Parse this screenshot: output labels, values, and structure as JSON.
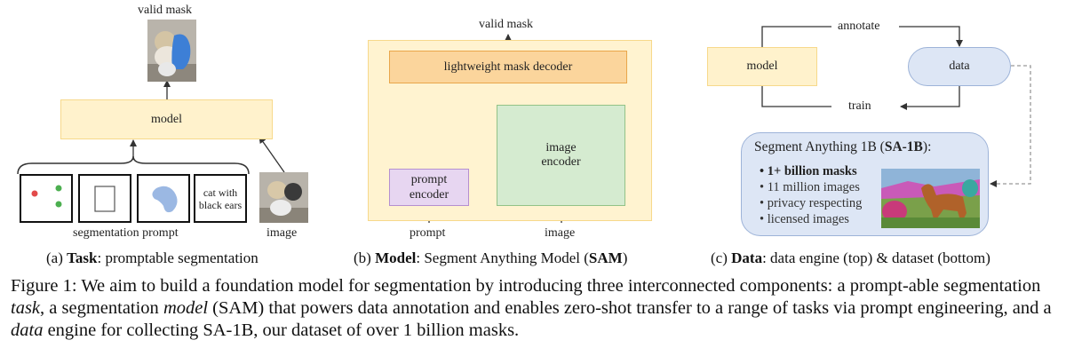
{
  "panel_a": {
    "output_label": "valid mask",
    "model_label": "model",
    "prompt_text_line1": "cat with",
    "prompt_text_line2": "black ears",
    "prompt_group_label": "segmentation prompt",
    "image_label": "image",
    "caption_bold": "Task",
    "caption_rest": ": promptable segmentation"
  },
  "panel_b": {
    "output_label": "valid mask",
    "decoder_label": "lightweight mask decoder",
    "image_encoder_line1": "image",
    "image_encoder_line2": "encoder",
    "prompt_encoder_line1": "prompt",
    "prompt_encoder_line2": "encoder",
    "prompt_input": "prompt",
    "image_input": "image",
    "caption_prefix": "(b) ",
    "caption_bold": "Model",
    "caption_mid": ": Segment Anything Model (",
    "caption_bold2": "SAM",
    "caption_end": ")"
  },
  "panel_c": {
    "annotate_label": "annotate",
    "train_label": "train",
    "model_label": "model",
    "data_label": "data",
    "dataset_title_pre": "Segment Anything 1B (",
    "dataset_title_bold": "SA-1B",
    "dataset_title_post": "):",
    "bullets": [
      "1+ billion masks",
      "11 million images",
      "privacy respecting",
      "licensed images"
    ],
    "caption_prefix": "(c) ",
    "caption_bold": "Data",
    "caption_rest": ": data engine (top) & dataset (bottom)"
  },
  "figure_caption": {
    "part1": "Figure 1: We aim to build a foundation model for segmentation by introducing three interconnected components: a prompt-able segmentation ",
    "em1": "task",
    "part2": ", a segmentation ",
    "em2": "model",
    "part3": " (SAM) that powers data annotation and enables zero-shot transfer to a range of tasks via prompt engineering, and a ",
    "em3": "data",
    "part4": " engine for collecting SA-1B, our dataset of over 1 billion masks."
  },
  "colors": {
    "yellow": "#fff2cc",
    "orange": "#fbd59c",
    "green": "#d5ebd0",
    "purple": "#e7d6f1",
    "blue": "#dde6f5"
  },
  "icons": {
    "cat_photo": "cat-photo-icon",
    "mask_photo": "masked-cat-photo-icon",
    "horse_photo": "horse-segmentation-photo-icon"
  }
}
